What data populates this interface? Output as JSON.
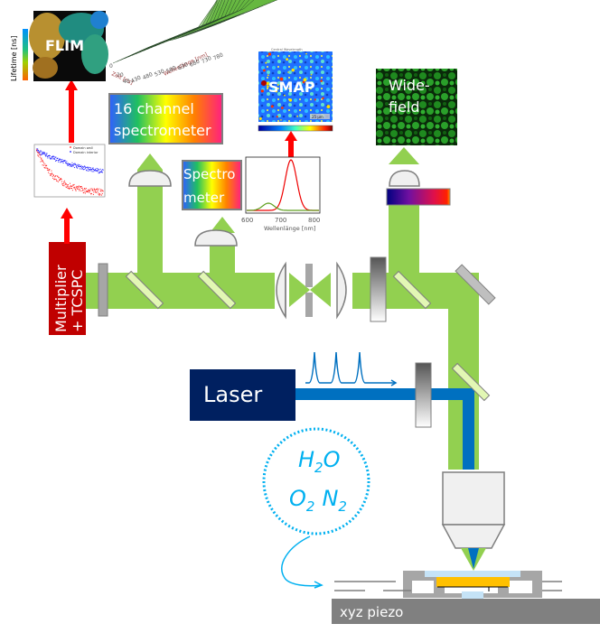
{
  "diagram": {
    "title": "Optical setup: confocal microscope with FLIM, spectroscopy, SMAP and widefield detection",
    "colors": {
      "beam_green": "#92d050",
      "laser_blue": "#0070c0",
      "laser_box": "#002060",
      "detector_red": "#c00000",
      "arrow_red": "#ff0000",
      "gas_cyan": "#00b0f0",
      "piezo_gray": "#808080",
      "sample_gold": "#ffc000",
      "coverslip_lightblue": "#c5e3f7",
      "dichroic_fill": "#e2f7b4",
      "mirror_gray": "#b3b3b3",
      "lens_fill": "#f0f0f0"
    },
    "components": {
      "laser": {
        "label": "Laser"
      },
      "detector": {
        "label_line1": "Multiplier",
        "label_line2": "+ TCSPC"
      },
      "spectrometer16": {
        "label_line1": "16 channel",
        "label_line2": "spectrometer"
      },
      "spectrometer": {
        "label_line1": "Spectro",
        "label_line2": "meter"
      },
      "widefield": {
        "label_line1": "Wide-",
        "label_line2": "field"
      },
      "stage": {
        "label": "xyz piezo"
      },
      "environment": {
        "h2o": "H",
        "h2o_sub": "2",
        "h2o_end": "O",
        "o2": "O",
        "o2_sub": "2",
        "n2": "N",
        "n2_sub": "2"
      }
    },
    "outputs": {
      "flim": {
        "label": "FLIM",
        "colorbar_label": "Lifetime [ns]"
      },
      "smap": {
        "label": "SMAP",
        "title": "Central Wavelength",
        "scale": "25 µm"
      },
      "spectra3d": {
        "xlabel": "Zeit [ns]",
        "ylabel": "Wellenlänge [nm]",
        "time_ticks": [
          "0",
          "20",
          "40"
        ],
        "wl_ticks": [
          "430",
          "480",
          "530",
          "580",
          "630",
          "680",
          "730",
          "780"
        ]
      },
      "decay": {
        "legend": [
          "Domain wall",
          "Domain interior"
        ]
      },
      "spectrum": {
        "xlabel": "Wellenlänge [nm]",
        "xticks": [
          "600",
          "700",
          "800"
        ]
      }
    }
  }
}
